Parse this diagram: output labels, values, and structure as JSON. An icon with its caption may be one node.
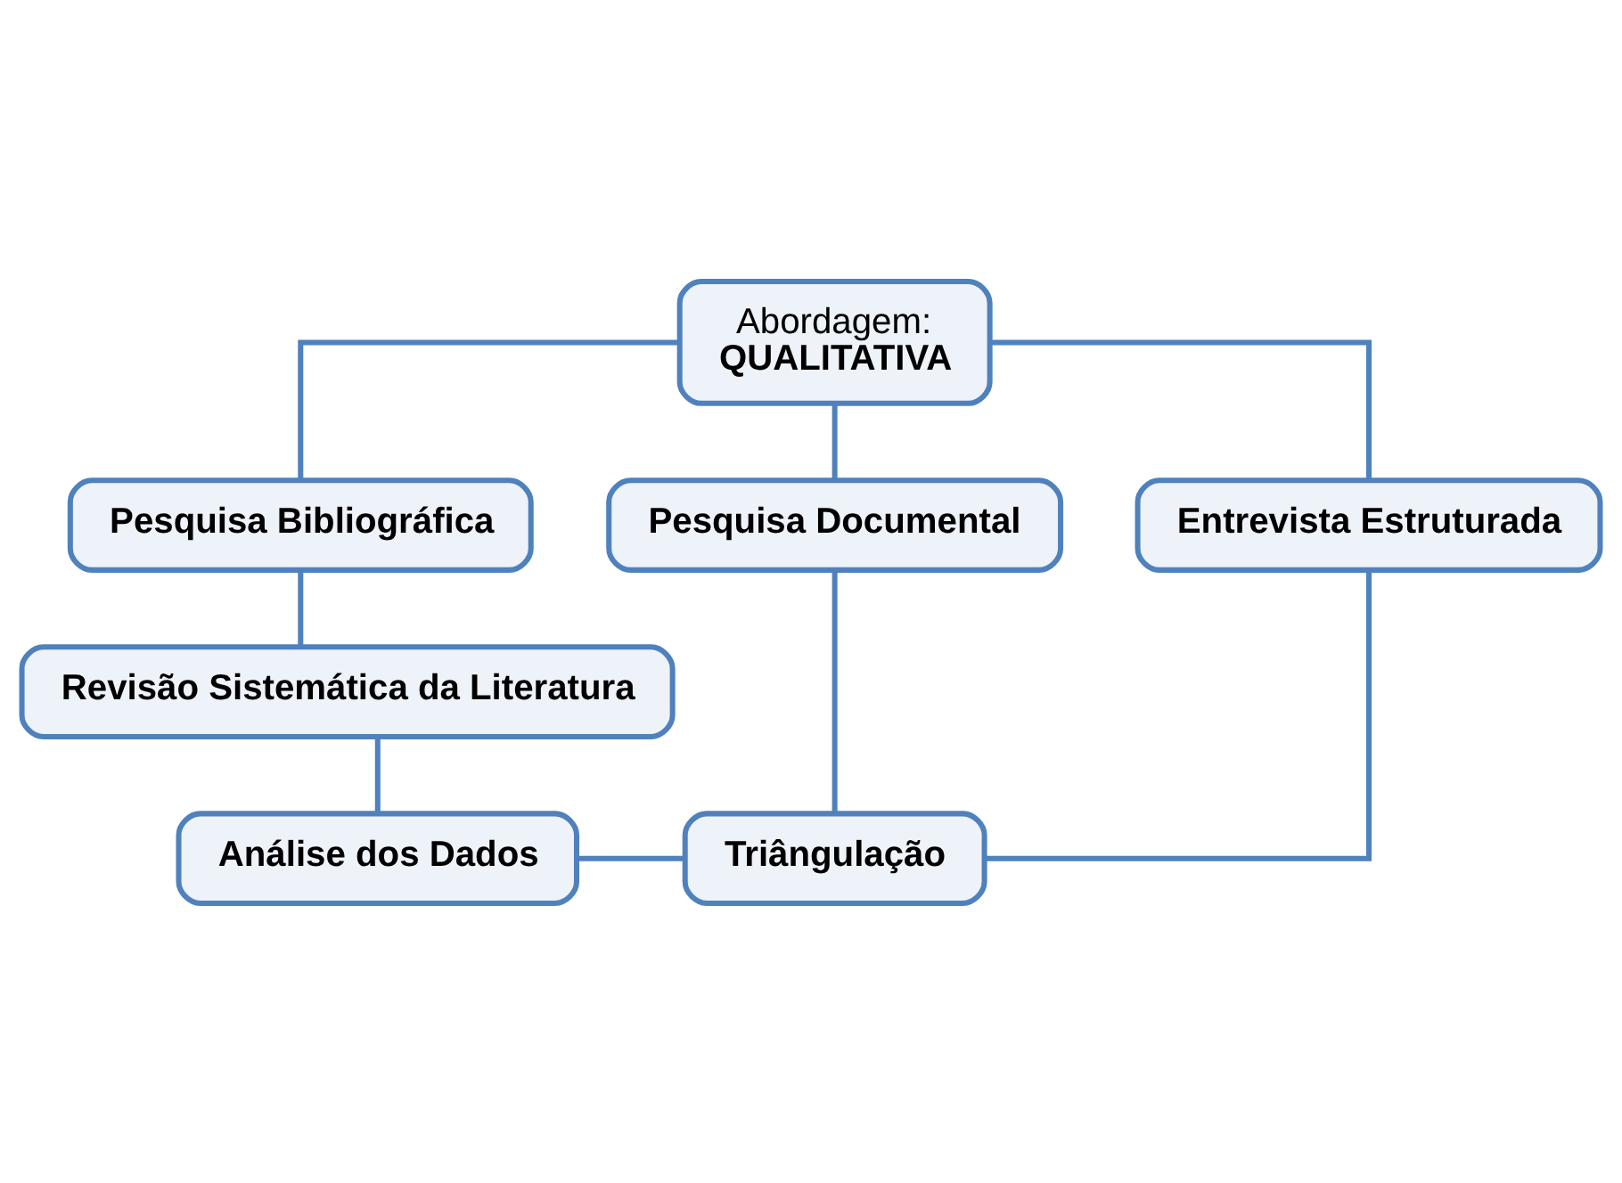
{
  "diagram": {
    "nodes": [
      {
        "text": [
          "Abordagem:",
          "QUALITATIVA"
        ]
      },
      {
        "text": [
          "Pesquisa Bibliográfica"
        ]
      },
      {
        "text": [
          "Pesquisa Documental"
        ]
      },
      {
        "text": [
          "Entrevista Estruturada"
        ]
      },
      {
        "text": [
          "Revisão Sistemática da Literatura"
        ]
      },
      {
        "text": [
          "Análise dos Dados"
        ]
      },
      {
        "text": [
          "Triângulação"
        ]
      }
    ],
    "edges": [
      {
        "from": 0,
        "to": 1,
        "arrow": "none"
      },
      {
        "from": 0,
        "to": 2,
        "arrow": "none"
      },
      {
        "from": 0,
        "to": 3,
        "arrow": "none"
      },
      {
        "from": 1,
        "to": 4,
        "arrow": "none"
      },
      {
        "from": 4,
        "to": 5,
        "arrow": "none"
      },
      {
        "from": 2,
        "to": 6,
        "arrow": "none"
      },
      {
        "from": 3,
        "to": 6,
        "arrow": "none"
      },
      {
        "from": 5,
        "to": 6,
        "arrow": "none"
      }
    ]
  }
}
